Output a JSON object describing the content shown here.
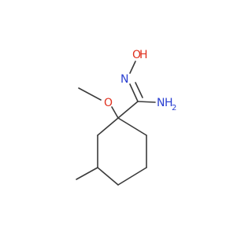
{
  "colors": {
    "bond": "#3a3a3a",
    "oxygen": "#e0301e",
    "nitrogen": "#2a3fd1",
    "background": "#ffffff"
  },
  "atoms": {
    "hydroxyl_o": "O",
    "hydroxyl_h": "H",
    "imine_n": "N",
    "methoxy_o": "O",
    "amine_n": "N",
    "amine_h2": "H",
    "amine_h2_sub": "2"
  }
}
